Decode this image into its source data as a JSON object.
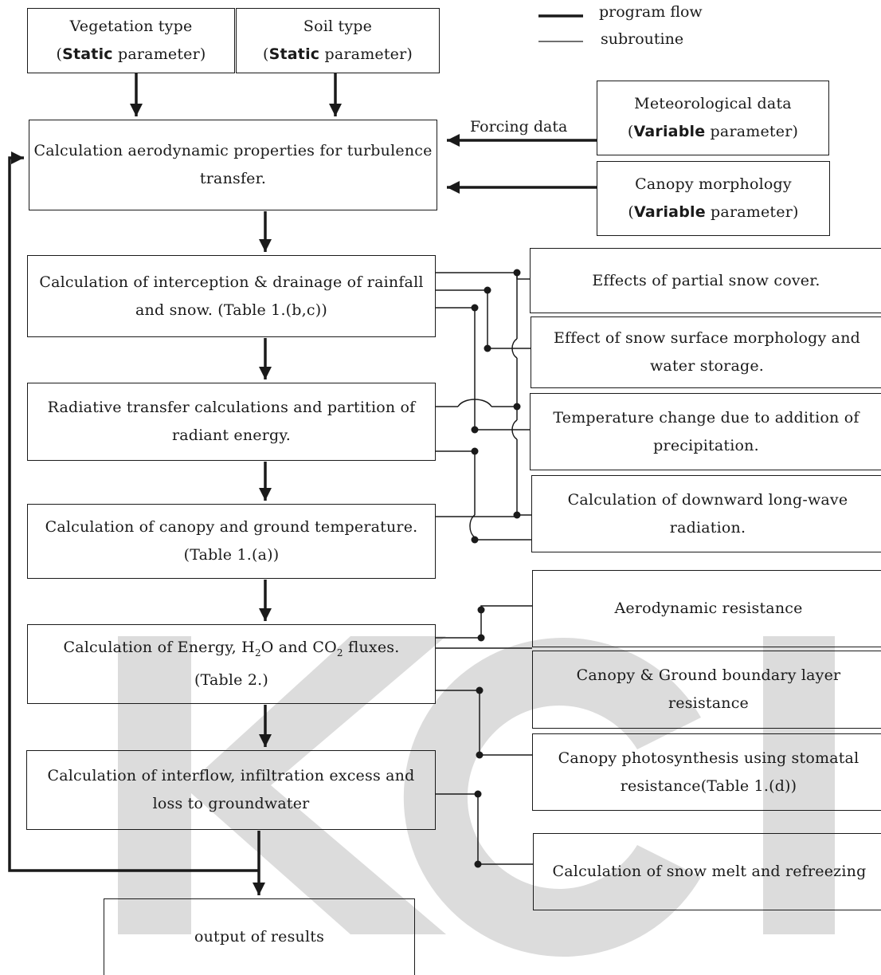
{
  "legend": {
    "program_flow": "program flow",
    "subroutine": "subroutine"
  },
  "forcing_label": "Forcing data",
  "inputs": {
    "vegetation": {
      "title": "Vegetation type",
      "paren_open": "(",
      "bold": "Static",
      "rest": " parameter)"
    },
    "soil": {
      "title": "Soil type",
      "paren_open": "(",
      "bold": "Static",
      "rest": " parameter)"
    },
    "meteorological": {
      "title": "Meteorological data",
      "paren_open": "(",
      "bold": "Variable",
      "rest": " parameter)"
    },
    "canopy_morph": {
      "title": "Canopy morphology",
      "paren_open": "(",
      "bold": "Variable",
      "rest": " parameter)"
    }
  },
  "steps": {
    "aero": {
      "line1": "Calculation aerodynamic properties for turbulence",
      "line2": "transfer."
    },
    "intercept": {
      "line1": "Calculation of interception & drainage of rainfall",
      "line2": "and snow. (Table 1.(b,c))"
    },
    "radiative": {
      "line1": "Radiative transfer calculations and partition of",
      "line2": "radiant energy."
    },
    "temperature": {
      "line1": "Calculation of canopy and ground temperature.",
      "line2": "(Table 1.(a))"
    },
    "fluxes": {
      "l1a": "Calculation of Energy, H",
      "sub1": "2",
      "l1b": "O and CO",
      "sub2": "2",
      "l1c": " fluxes.",
      "line2": "(Table 2.)"
    },
    "interflow": {
      "line1": "Calculation of interflow, infiltration excess and",
      "line2": "loss to groundwater"
    },
    "output": {
      "line1": "output of results"
    }
  },
  "subroutines": {
    "snow_cover": {
      "line1": "Effects of partial snow cover."
    },
    "snow_morph": {
      "line1": "Effect of snow surface morphology and",
      "line2": "water storage."
    },
    "temp_change": {
      "line1": "Temperature change due to addition of",
      "line2": "precipitation."
    },
    "longwave": {
      "line1": "Calculation of downward long-wave",
      "line2": "radiation."
    },
    "aero_res": {
      "line1": "Aerodynamic resistance"
    },
    "boundary": {
      "line1": "Canopy & Ground boundary layer",
      "line2": "resistance"
    },
    "photosyn": {
      "line1": "Canopy photosynthesis using stomatal",
      "line2": "resistance(Table 1.(d))"
    },
    "snowmelt": {
      "line1": "Calculation of snow melt and refreezing"
    }
  },
  "watermark": {
    "text": "KCI",
    "color": "#d9d9d9"
  },
  "colors": {
    "line": "#1a1a1a",
    "text": "#1a1a1a"
  }
}
